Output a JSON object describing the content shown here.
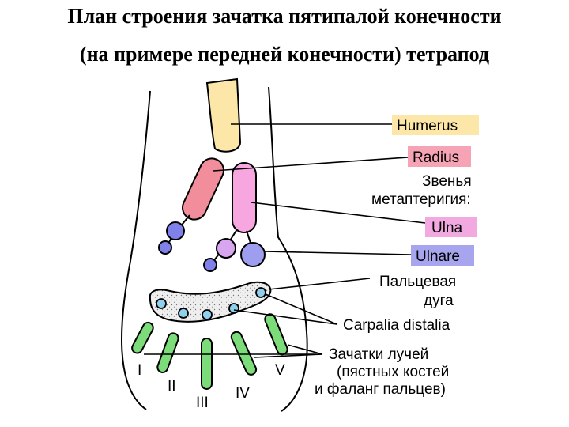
{
  "title_line1": "План строения зачатка пятипалой конечности",
  "title_line2": "(на примере передней конечности) тетрапод",
  "labels": {
    "humerus": "Humerus",
    "radius": "Radius",
    "metapterygium_1": "Звенья",
    "metapterygium_2": "метаптеригия:",
    "ulna": "Ulna",
    "ulnare": "Ulnare",
    "arch_1": "Пальцевая",
    "arch_2": "дуга",
    "carpalia": "Carpalia distalia",
    "rays_1": "Зачатки лучей",
    "rays_2": "(пястных костей",
    "rays_3": "и фаланг пальцев)"
  },
  "digits": [
    "I",
    "II",
    "III",
    "IV",
    "V"
  ],
  "colors": {
    "humerus": "#fce7a8",
    "radius": "#f28e9c",
    "ulna": "#f7a6e0",
    "ulnare": "#9e9ef0",
    "radial_dots": "#8080ea",
    "pisiform": "#d8a6ef",
    "digit_rays": "#7ddc7a",
    "carpal_dots": "#8fd0ee",
    "arch": "#efefef",
    "humerus_label_bg": "#fce7a8",
    "radius_label_bg": "#f6a3b6",
    "ulna_label_bg": "#f2a9df",
    "ulnare_label_bg": "#a7a5ee"
  }
}
